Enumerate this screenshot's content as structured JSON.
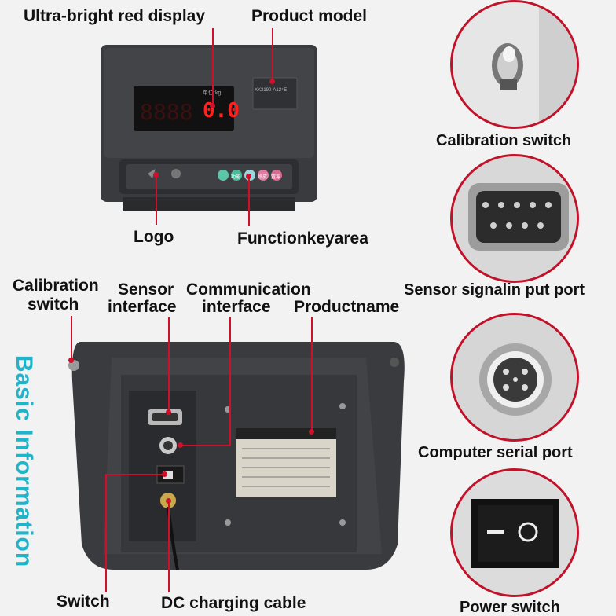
{
  "labels": {
    "ultra_bright_display": "Ultra-bright red display",
    "product_model": "Product model",
    "logo": "Logo",
    "function_key_area": "Functionkeyarea",
    "calibration_switch_left_1": "Calibration",
    "calibration_switch_left_2": "switch",
    "sensor_interface_1": "Sensor",
    "sensor_interface_2": "interface",
    "communication_interface_1": "Communication",
    "communication_interface_2": "interface",
    "product_name": "Productname",
    "switch": "Switch",
    "dc_charging_cable": "DC charging cable",
    "basic_information": "Basic Information"
  },
  "circles": {
    "calibration_switch": "Calibration switch",
    "sensor_signal_input_port": "Sensor signalin put port",
    "computer_serial_port": "Computer serial port",
    "power_switch": "Power switch"
  },
  "device_front": {
    "display_value": "0.0",
    "model_text": "XK3190-A12⁺E",
    "unit_text": "单位:kg",
    "key_labels": [
      "功能",
      "●",
      "除皮",
      "置零"
    ]
  },
  "colors": {
    "accent_red": "#d0102a",
    "vertical_title": "#1fb4c9",
    "display_red": "#ff2020"
  }
}
